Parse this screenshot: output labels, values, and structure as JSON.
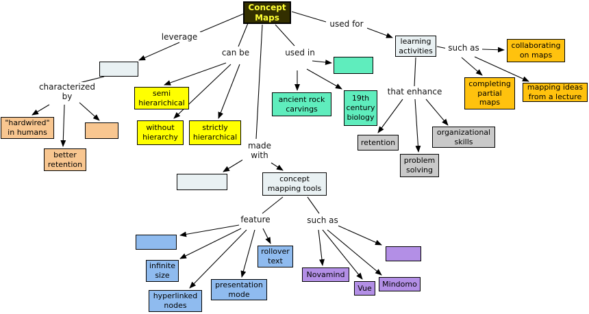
{
  "root": "Concept Maps",
  "colors": {
    "title-bg": "#332F00",
    "title-text": "#FFFF33",
    "lightbox": "#E9F1F3",
    "peach": "#F8C690",
    "yellow": "#FFFF00",
    "green": "#5FEDBD",
    "amber": "#FFC20E",
    "gray": "#C9C9C9",
    "blue": "#8FBBEF",
    "purple": "#B38FE6",
    "line": "#000000"
  },
  "phrases": {
    "leverage": "leverage",
    "characterized_by": "characterized by",
    "can_be": "can be",
    "used_in": "used in",
    "used_for": "used for",
    "such_as_activities": "such as",
    "that_enhance": "that enhance",
    "made_with": "made with",
    "feature": "feature",
    "such_as_tools": "such as"
  },
  "concepts": {
    "hardwired": "\"hardwired\" in humans",
    "better_retention": "better retention",
    "semi_hierarichical": "semi hierarichical",
    "without_hierarchy": "without hierarchy",
    "strictly_hierarchical": "strictly hierarchical",
    "ancient_rock_carvings": "ancient rock carvings",
    "nineteenth_century_biology": "19th century biology",
    "learning_activities": "learning activities",
    "collaborating_on_maps": "collaborating on maps",
    "completing_partial_maps": "completing partial maps",
    "mapping_ideas_from_a_lecture": "mapping ideas from a lecture",
    "retention": "retention",
    "problem_solving": "problem solving",
    "organizational_skills": "organizational skills",
    "concept_mapping_tools": "concept mapping tools",
    "infinite_size": "infinite size",
    "hyperlinked_nodes": "hyperlinked nodes",
    "presentation_mode": "presentation mode",
    "rollover_text": "rollover text",
    "novamind": "Novamind",
    "vue": "Vue",
    "mindomo": "Mindomo"
  }
}
